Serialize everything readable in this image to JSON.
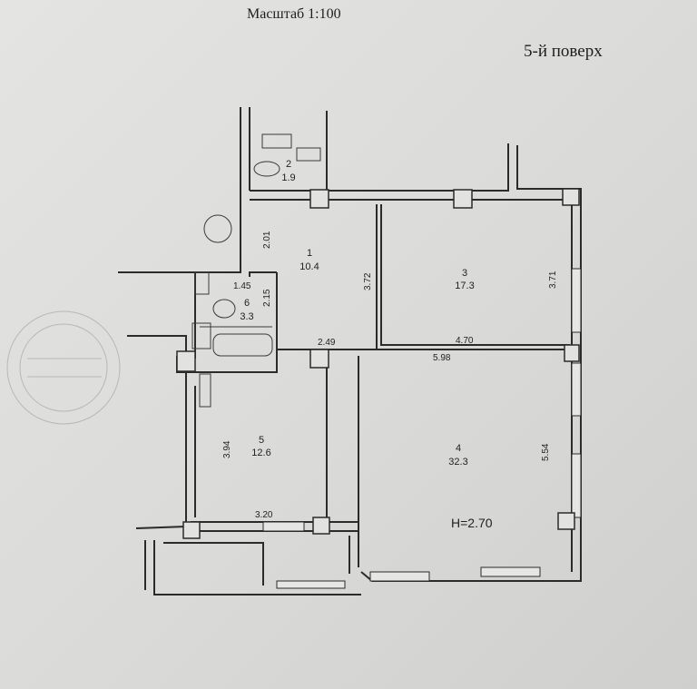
{
  "header": {
    "scale": "Масштаб 1:100",
    "floor": "5-й поверх"
  },
  "rooms": [
    {
      "number": "1",
      "area": "10.4"
    },
    {
      "number": "2",
      "area": "1.9"
    },
    {
      "number": "3",
      "area": "17.3"
    },
    {
      "number": "4",
      "area": "32.3"
    },
    {
      "number": "5",
      "area": "12.6"
    },
    {
      "number": "6",
      "area": "3.3"
    }
  ],
  "dimensions": [
    "2.01",
    "1.45",
    "2.15",
    "3.72",
    "3.71",
    "2.49",
    "4.70",
    "5.98",
    "3.94",
    "5.54",
    "3.20"
  ],
  "ceiling_height": "H=2.70"
}
